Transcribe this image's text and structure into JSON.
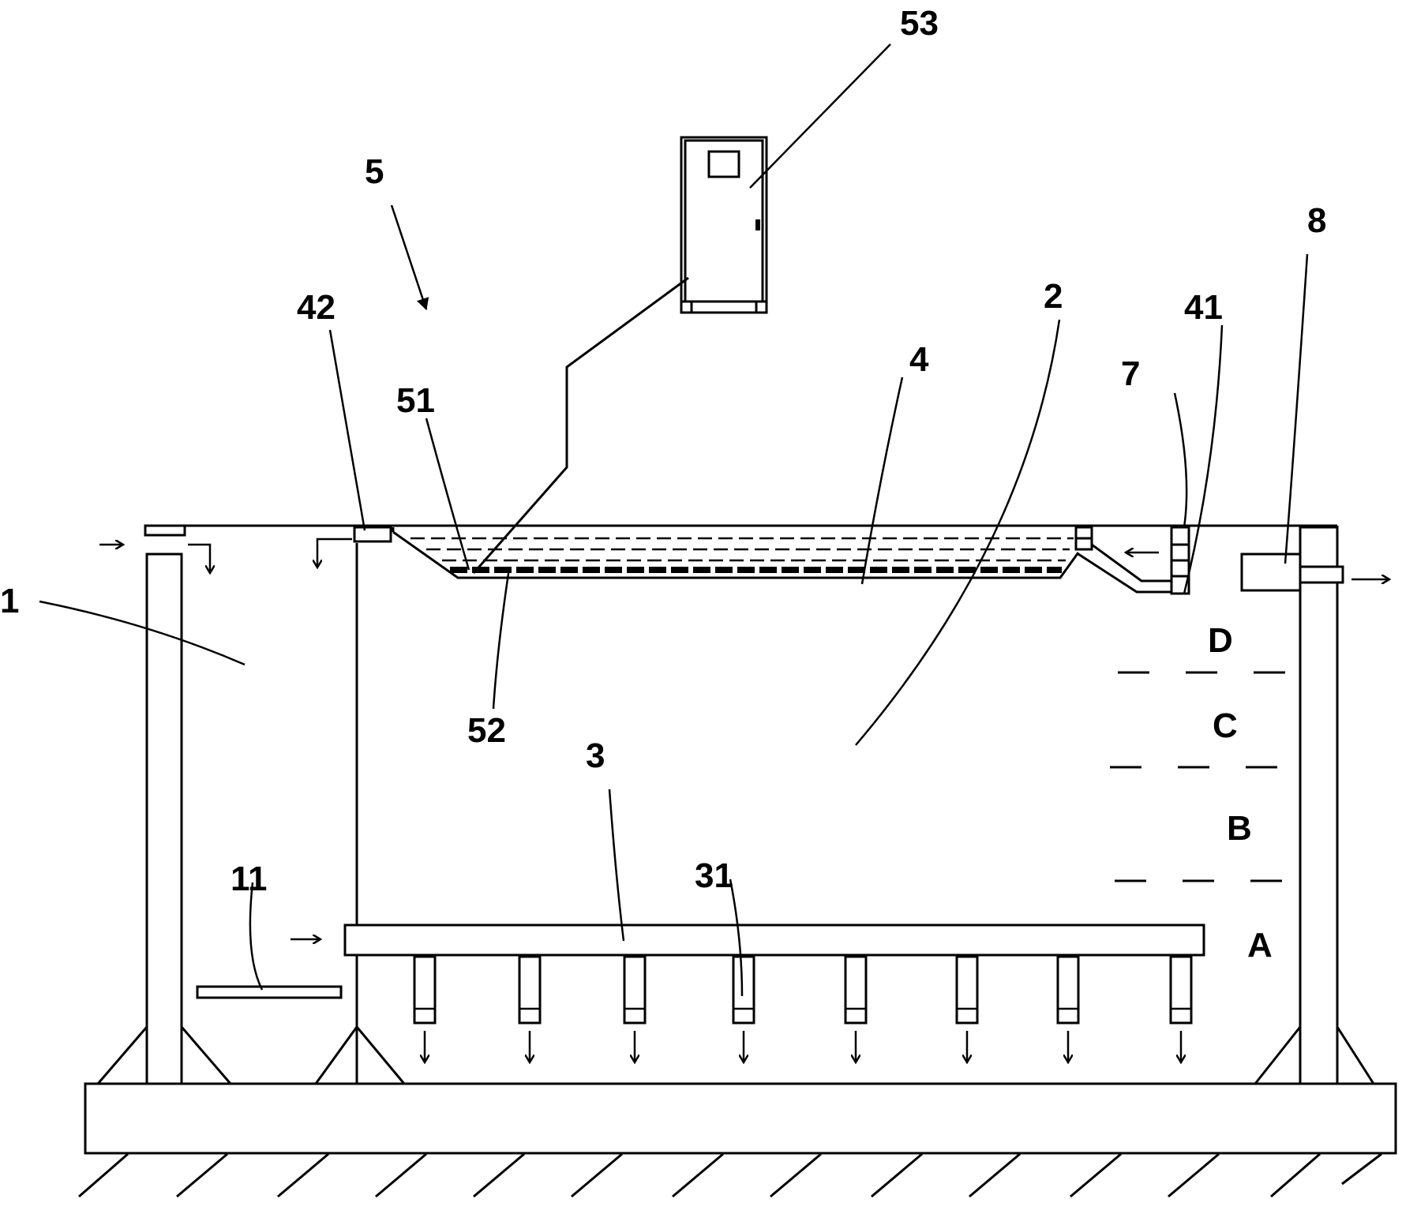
{
  "labels": {
    "l1": "1",
    "l2": "2",
    "l3": "3",
    "l4": "4",
    "l5": "5",
    "l7": "7",
    "l8": "8",
    "l11": "11",
    "l31": "31",
    "l41": "41",
    "l42": "42",
    "l51": "51",
    "l52": "52",
    "l53": "53"
  },
  "zones": {
    "a": "A",
    "b": "B",
    "c": "C",
    "d": "D"
  }
}
